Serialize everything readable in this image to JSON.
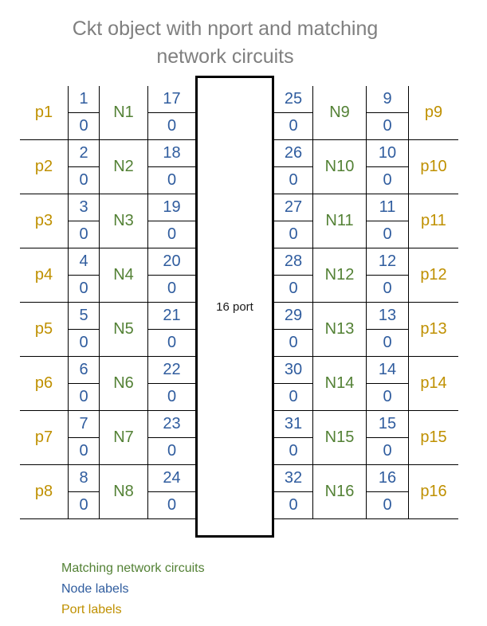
{
  "title": {
    "line1": "Ckt object with nport and matching",
    "line2": "network circuits"
  },
  "nport_box": {
    "label": "16 port"
  },
  "rows": [
    {
      "port_left": "p1",
      "node_left_top": "1",
      "node_left_bottom": "0",
      "network_left": "N1",
      "node_inner_left_top": "17",
      "node_inner_left_bottom": "0",
      "node_inner_right_top": "25",
      "node_inner_right_bottom": "0",
      "network_right": "N9",
      "node_right_top": "9",
      "node_right_bottom": "0",
      "port_right": "p9"
    },
    {
      "port_left": "p2",
      "node_left_top": "2",
      "node_left_bottom": "0",
      "network_left": "N2",
      "node_inner_left_top": "18",
      "node_inner_left_bottom": "0",
      "node_inner_right_top": "26",
      "node_inner_right_bottom": "0",
      "network_right": "N10",
      "node_right_top": "10",
      "node_right_bottom": "0",
      "port_right": "p10"
    },
    {
      "port_left": "p3",
      "node_left_top": "3",
      "node_left_bottom": "0",
      "network_left": "N3",
      "node_inner_left_top": "19",
      "node_inner_left_bottom": "0",
      "node_inner_right_top": "27",
      "node_inner_right_bottom": "0",
      "network_right": "N11",
      "node_right_top": "11",
      "node_right_bottom": "0",
      "port_right": "p11"
    },
    {
      "port_left": "p4",
      "node_left_top": "4",
      "node_left_bottom": "0",
      "network_left": "N4",
      "node_inner_left_top": "20",
      "node_inner_left_bottom": "0",
      "node_inner_right_top": "28",
      "node_inner_right_bottom": "0",
      "network_right": "N12",
      "node_right_top": "12",
      "node_right_bottom": "0",
      "port_right": "p12"
    },
    {
      "port_left": "p5",
      "node_left_top": "5",
      "node_left_bottom": "0",
      "network_left": "N5",
      "node_inner_left_top": "21",
      "node_inner_left_bottom": "0",
      "node_inner_right_top": "29",
      "node_inner_right_bottom": "0",
      "network_right": "N13",
      "node_right_top": "13",
      "node_right_bottom": "0",
      "port_right": "p13"
    },
    {
      "port_left": "p6",
      "node_left_top": "6",
      "node_left_bottom": "0",
      "network_left": "N6",
      "node_inner_left_top": "22",
      "node_inner_left_bottom": "0",
      "node_inner_right_top": "30",
      "node_inner_right_bottom": "0",
      "network_right": "N14",
      "node_right_top": "14",
      "node_right_bottom": "0",
      "port_right": "p14"
    },
    {
      "port_left": "p7",
      "node_left_top": "7",
      "node_left_bottom": "0",
      "network_left": "N7",
      "node_inner_left_top": "23",
      "node_inner_left_bottom": "0",
      "node_inner_right_top": "31",
      "node_inner_right_bottom": "0",
      "network_right": "N15",
      "node_right_top": "15",
      "node_right_bottom": "0",
      "port_right": "p15"
    },
    {
      "port_left": "p8",
      "node_left_top": "8",
      "node_left_bottom": "0",
      "network_left": "N8",
      "node_inner_left_top": "24",
      "node_inner_left_bottom": "0",
      "node_inner_right_top": "32",
      "node_inner_right_bottom": "0",
      "network_right": "N16",
      "node_right_top": "16",
      "node_right_bottom": "0",
      "port_right": "p16"
    }
  ],
  "legend": {
    "matching": "Matching network circuits",
    "nodes": "Node labels",
    "ports": "Port labels"
  },
  "colors": {
    "node_blue": "#2F5C9E",
    "network_green": "#538135",
    "port_gold": "#BF9000",
    "title_gray": "#7F7F7F",
    "line_black": "#000000"
  }
}
